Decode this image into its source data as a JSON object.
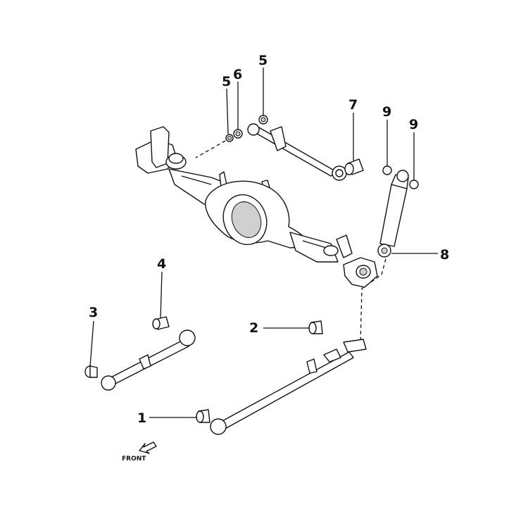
{
  "callouts": {
    "c1": "1",
    "c2": "2",
    "c3": "3",
    "c4": "4",
    "c5a": "5",
    "c5b": "5",
    "c6": "6",
    "c7": "7",
    "c8": "8",
    "c9a": "9",
    "c9b": "9"
  },
  "front_label": "FRONT"
}
